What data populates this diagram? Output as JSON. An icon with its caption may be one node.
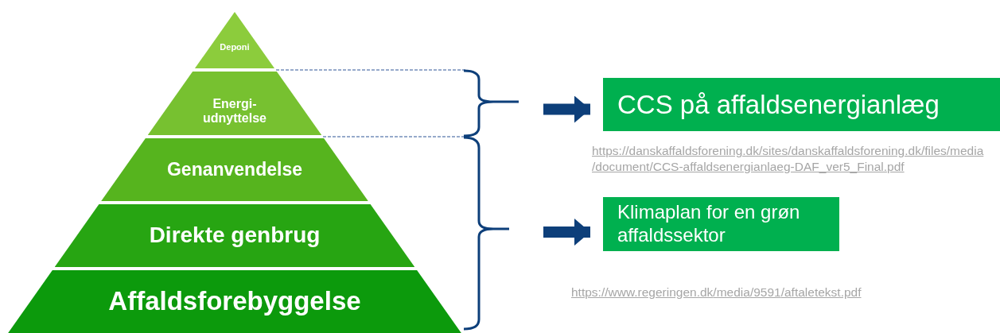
{
  "diagram": {
    "nodes": [
      {
        "text": [
          "Deponi"
        ]
      },
      {
        "text": [
          "Energi- udnyttelse"
        ]
      },
      {
        "text": [
          "Genanvendelse"
        ]
      },
      {
        "text": [
          "Direkte genbrug"
        ]
      },
      {
        "text": [
          "Affaldsforebyggelse"
        ]
      },
      {
        "text": [
          "CCS på affaldsenergianlæg"
        ],
        "beside": [
          "https://danskaffaldsforening.dk/sites/danskaffaldsforening.dk/files/media/document/CCS-affaldsenergianlaeg-DAF_ver5_Final.pdf"
        ]
      },
      {
        "text": [
          "Klimaplan for en grøn affaldssektor"
        ],
        "beside": [
          "https://www.regeringen.dk/media/9591/aftaletekst.pdf"
        ]
      }
    ],
    "edges": [
      {
        "from": null,
        "to": 5,
        "arrow": "to"
      },
      {
        "from": null,
        "to": 6,
        "arrow": "to"
      }
    ]
  }
}
